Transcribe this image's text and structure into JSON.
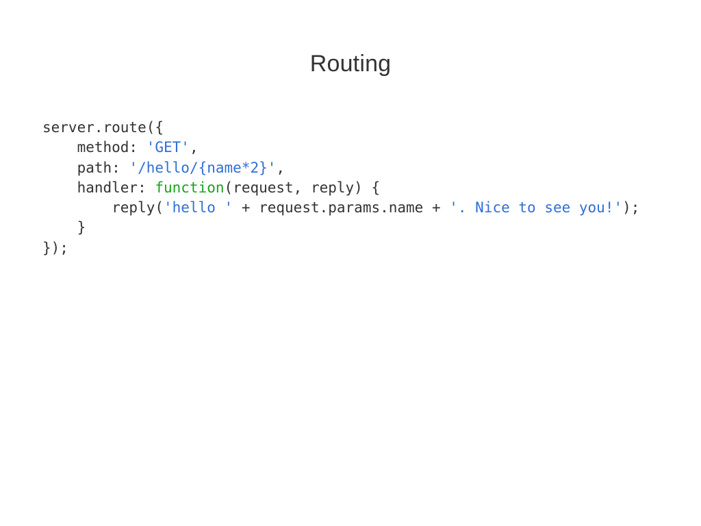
{
  "slide": {
    "title": "Routing"
  },
  "code": {
    "language": "javascript",
    "colors": {
      "plain": "#333333",
      "string": "#2f6fd6",
      "keyword": "#1aa31a"
    },
    "lines": [
      [
        {
          "t": "server.route({",
          "k": "plain"
        }
      ],
      [
        {
          "t": "    method: ",
          "k": "plain"
        },
        {
          "t": "'GET'",
          "k": "string"
        },
        {
          "t": ",",
          "k": "plain"
        }
      ],
      [
        {
          "t": "    path: ",
          "k": "plain"
        },
        {
          "t": "'/hello/{name*2}'",
          "k": "string"
        },
        {
          "t": ",",
          "k": "plain"
        }
      ],
      [
        {
          "t": "    handler: ",
          "k": "plain"
        },
        {
          "t": "function",
          "k": "keyword"
        },
        {
          "t": "(request, reply) {",
          "k": "plain"
        }
      ],
      [
        {
          "t": "        reply(",
          "k": "plain"
        },
        {
          "t": "'hello '",
          "k": "string"
        },
        {
          "t": " + request.params.name + ",
          "k": "plain"
        },
        {
          "t": "'. Nice to see you!'",
          "k": "string"
        },
        {
          "t": ");",
          "k": "plain"
        }
      ],
      [
        {
          "t": "    }",
          "k": "plain"
        }
      ],
      [
        {
          "t": "});",
          "k": "plain"
        }
      ]
    ]
  }
}
